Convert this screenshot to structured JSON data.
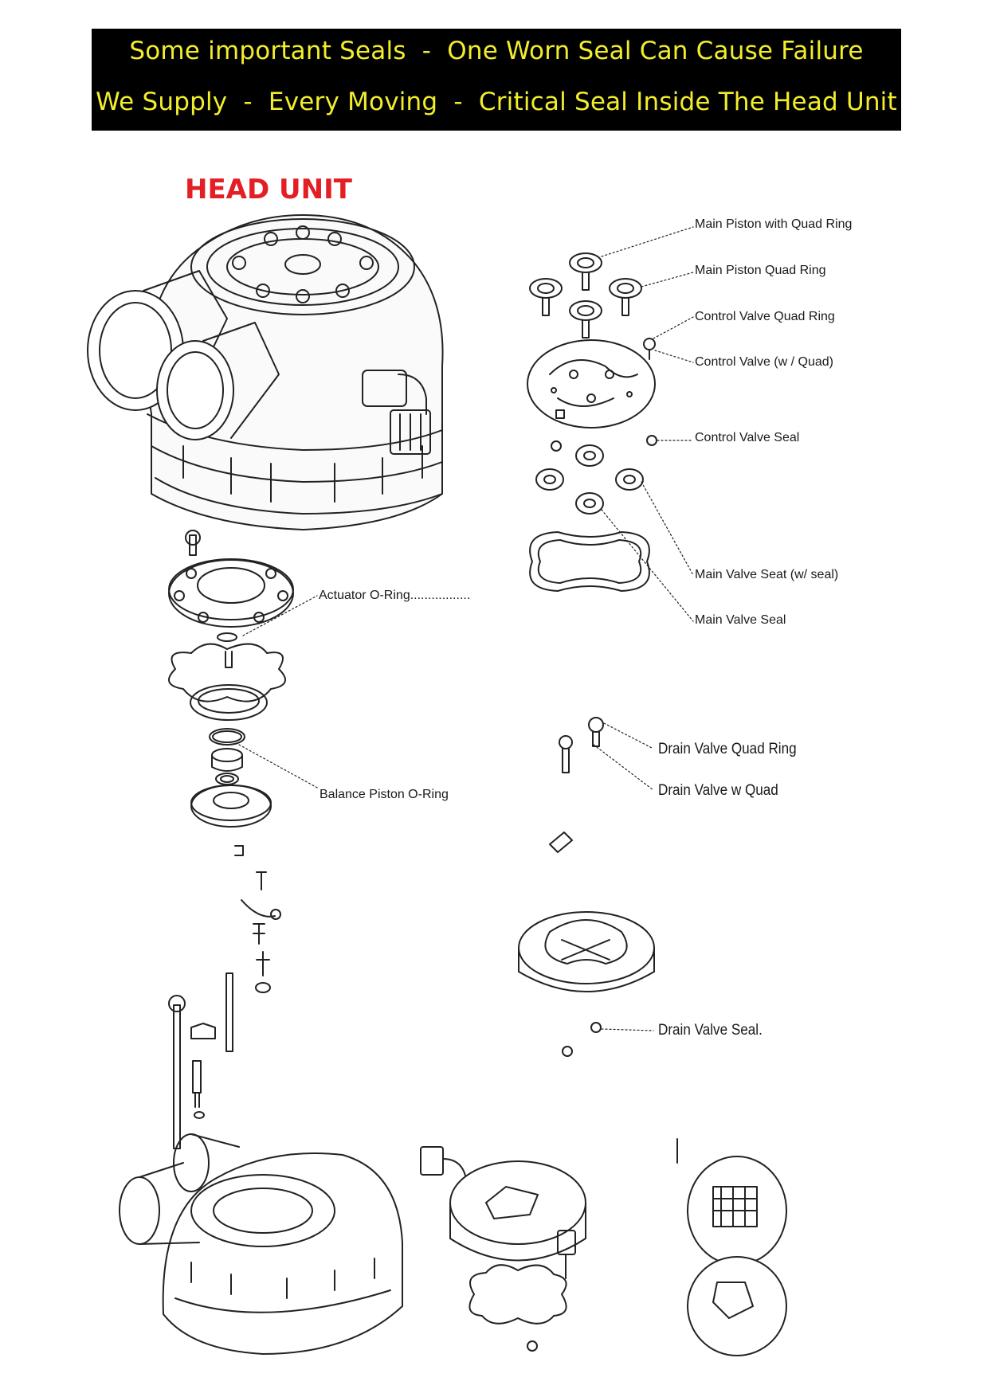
{
  "banner": {
    "line1": "Some important Seals  -  One Worn Seal Can Cause Failure",
    "line2": "We Supply  -  Every Moving  -  Critical Seal Inside The Head Unit"
  },
  "title": "HEAD UNIT",
  "labels": {
    "main_piston_with_quad_ring": "Main Piston with Quad Ring",
    "main_piston_quad_ring": "Main Piston Quad Ring",
    "control_valve_quad_ring": "Control Valve Quad Ring",
    "control_valve_w_quad": "Control Valve (w / Quad)",
    "control_valve_seal": "Control Valve Seal",
    "main_valve_seat_w_seal": "Main Valve Seat (w/ seal)",
    "main_valve_seal": "Main Valve Seal",
    "actuator_o_ring": "Actuator O-Ring.................",
    "balance_piston_o_ring": "Balance Piston O-Ring",
    "drain_valve_quad_ring": "Drain Valve Quad Ring",
    "drain_valve_w_quad": "Drain Valve w Quad",
    "drain_valve_seal": "Drain Valve Seal."
  },
  "colors": {
    "banner_bg": "#000000",
    "banner_text": "#f2ee2b",
    "title": "#e31e24",
    "line_art": "#222222"
  }
}
